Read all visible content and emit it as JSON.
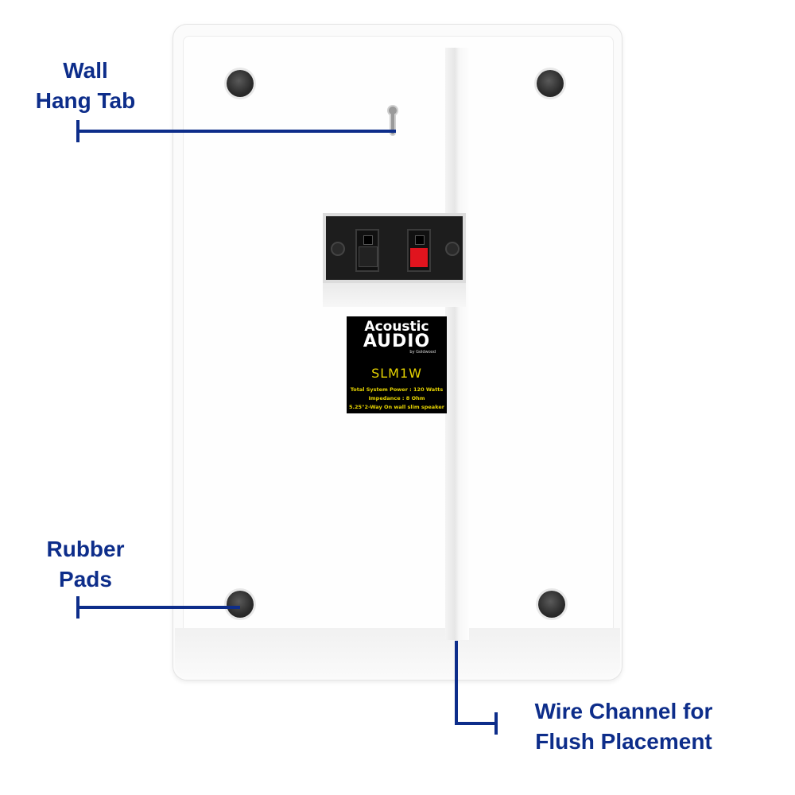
{
  "callouts": {
    "wall_hang_tab": [
      "Wall",
      "Hang Tab"
    ],
    "rubber_pads": [
      "Rubber",
      "Pads"
    ],
    "wire_channel": [
      "Wire Channel for",
      "Flush Placement"
    ]
  },
  "label": {
    "brand_line1": "Acoustic",
    "brand_line2": "AUDIO",
    "brand_sub": "by Goldwood",
    "model": "SLM1W",
    "spec1": "Total System Power : 120 Watts",
    "spec2": "Impedance : 8 Ohm",
    "spec3": "5.25\"2-Way On wall slim speaker"
  },
  "colors": {
    "callout": "#0d2d8a",
    "label_bg": "#000000",
    "label_text": "#e7d400",
    "terminal_red": "#e0141e"
  }
}
